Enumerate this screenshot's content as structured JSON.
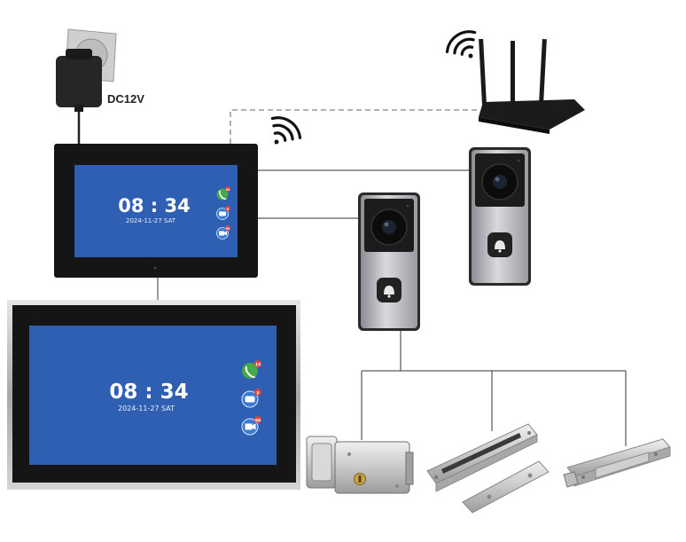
{
  "power": {
    "label": "DC12V"
  },
  "monitor_small": {
    "time": "08 : 34",
    "date": "2024-11-27  SAT",
    "badges": [
      "10",
      "8",
      "99"
    ]
  },
  "monitor_large": {
    "time": "08 : 34",
    "date": "2024-11-27  SAT",
    "badges": [
      "15",
      "8",
      "99"
    ]
  },
  "icons": [
    "phone-icon",
    "message-icon",
    "camera-icon",
    "wifi-icon",
    "bell-icon"
  ],
  "colors": {
    "screen": "#2f5fb3",
    "bezel": "#151515",
    "frame": "#b9b9b9",
    "wire": "#333333",
    "badge": "#e0403a"
  }
}
